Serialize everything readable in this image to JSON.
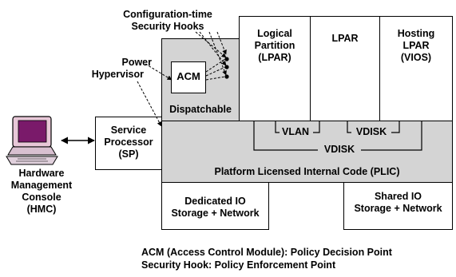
{
  "labels": {
    "config_hooks_1": "Configuration-time",
    "config_hooks_2": "Security Hooks",
    "power_1": "Power",
    "power_2": "Hypervisor",
    "acm": "ACM",
    "dispatchable": "Dispatchable",
    "lpar1_1": "Logical",
    "lpar1_2": "Partition",
    "lpar1_3": "(LPAR)",
    "lpar2": "LPAR",
    "hosting_1": "Hosting",
    "hosting_2": "LPAR",
    "hosting_3": "(VIOS)",
    "vlan": "VLAN",
    "vdisk_small": "VDISK",
    "vdisk_big": "VDISK",
    "plic": "Platform Licensed Internal Code (PLIC)",
    "sp_1": "Service",
    "sp_2": "Processor",
    "sp_3": "(SP)",
    "hmc_1": "Hardware",
    "hmc_2": "Management",
    "hmc_3": "Console",
    "hmc_4": "(HMC)",
    "dedicated_1": "Dedicated IO",
    "dedicated_2": "Storage + Network",
    "shared_1": "Shared IO",
    "shared_2": "Storage + Network"
  },
  "legend": {
    "line1": "ACM (Access Control Module): Policy Decision Point",
    "line2": "Security Hook: Policy Enforcement Point"
  },
  "colors": {
    "component_fill": "#d4d4d4",
    "border": "#000000",
    "background": "#ffffff"
  }
}
